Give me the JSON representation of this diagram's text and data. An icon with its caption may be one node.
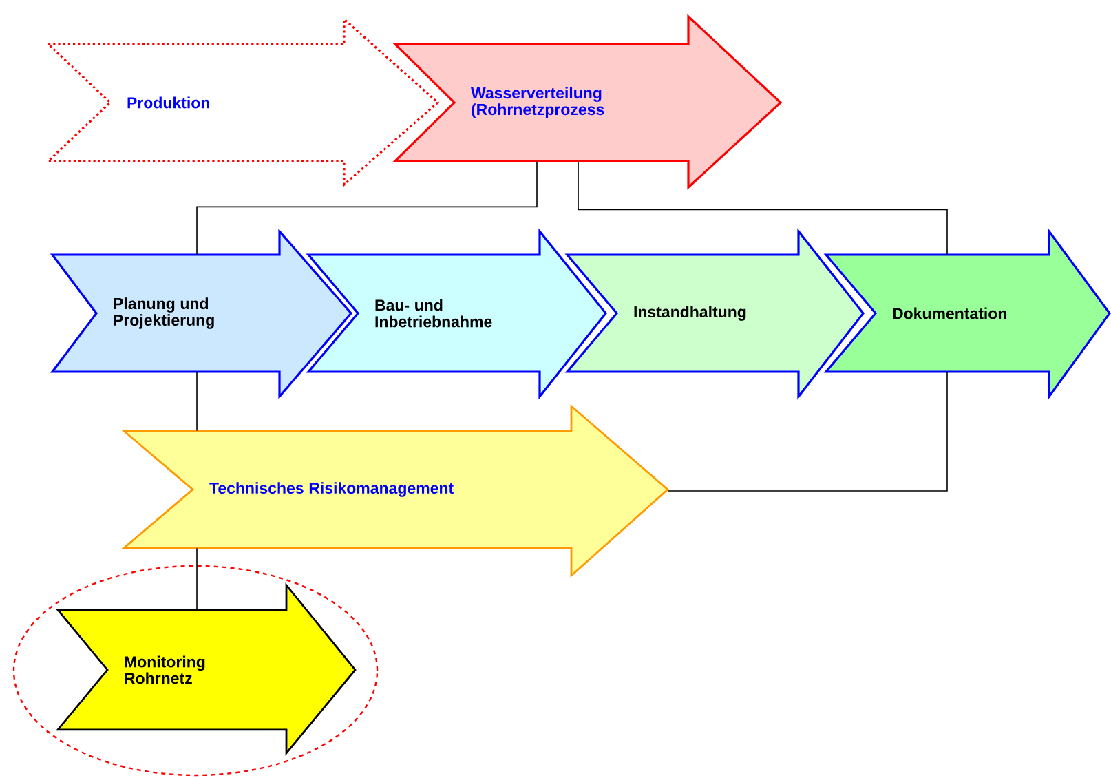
{
  "diagram": {
    "nodes": [
      {
        "text": [
          "Produktion"
        ]
      },
      {
        "text": [
          "Wasserverteilung (Rohrnetzprozess"
        ]
      },
      {
        "text": [
          "Planung und Projektierung"
        ]
      },
      {
        "text": [
          "Bau- und Inbetriebnahme"
        ]
      },
      {
        "text": [
          "Instandhaltung"
        ]
      },
      {
        "text": [
          "Dokumentation"
        ]
      },
      {
        "text": [
          "Technisches Risikomanagement"
        ]
      },
      {
        "text": [],
        "shape": "ellipse"
      },
      {
        "text": [
          "Monitoring Rohrnetz"
        ],
        "in": 7
      }
    ],
    "edges": [
      {
        "from": 1,
        "to": 2,
        "arrow": "none"
      },
      {
        "from": 1,
        "to": 5,
        "arrow": "none"
      },
      {
        "from": 2,
        "to": 6,
        "arrow": "none"
      },
      {
        "from": 6,
        "to": 8,
        "arrow": "none"
      },
      {
        "from": 5,
        "to": 6,
        "arrow": "none"
      }
    ]
  }
}
